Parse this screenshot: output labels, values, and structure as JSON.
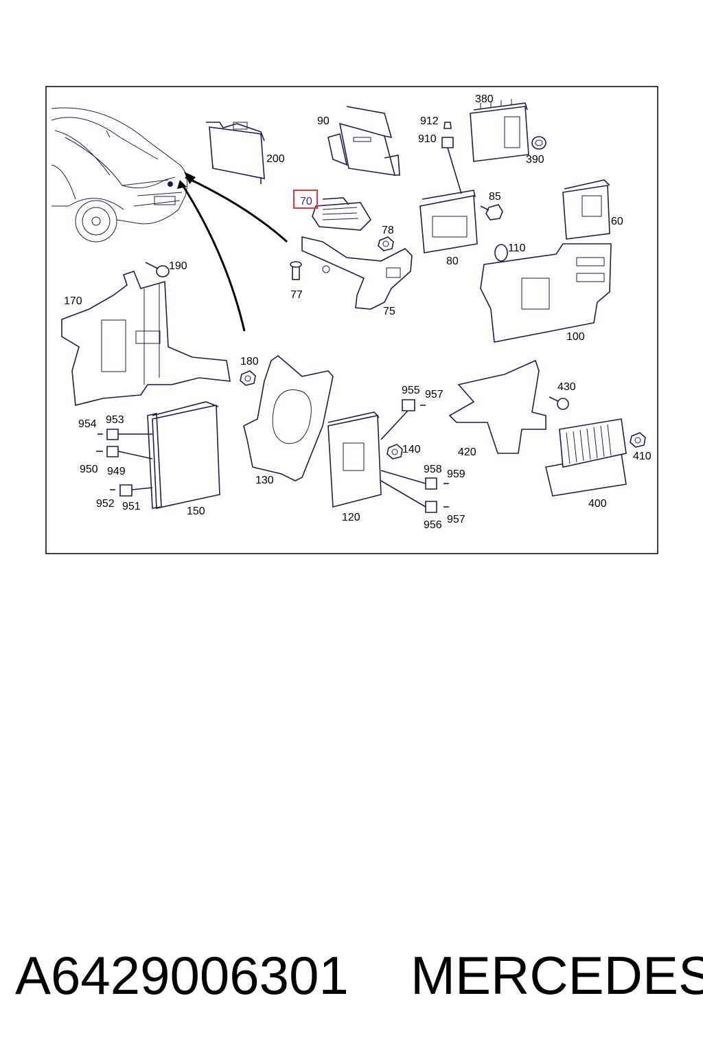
{
  "diagram": {
    "callouts": {
      "c380": "380",
      "c912": "912",
      "c910": "910",
      "c390": "390",
      "c90": "90",
      "c200": "200",
      "c70": "70",
      "c85": "85",
      "c60": "60",
      "c78": "78",
      "c110": "110",
      "c80": "80",
      "c190": "190",
      "c77": "77",
      "c75": "75",
      "c170": "170",
      "c100": "100",
      "c180": "180",
      "c955": "955",
      "c957a": "957",
      "c430": "430",
      "c954": "954",
      "c953": "953",
      "c140": "140",
      "c420": "420",
      "c410": "410",
      "c950": "950",
      "c949": "949",
      "c958": "958",
      "c959": "959",
      "c130": "130",
      "c952": "952",
      "c951": "951",
      "c150": "150",
      "c400": "400",
      "c120": "120",
      "c956": "956",
      "c957b": "957"
    },
    "highlighted_callout": "70",
    "highlight_color": "#e8323c",
    "line_color": "#1a1a55"
  },
  "footer": {
    "part_number": "A6429006301",
    "brand": "MERCEDES"
  }
}
